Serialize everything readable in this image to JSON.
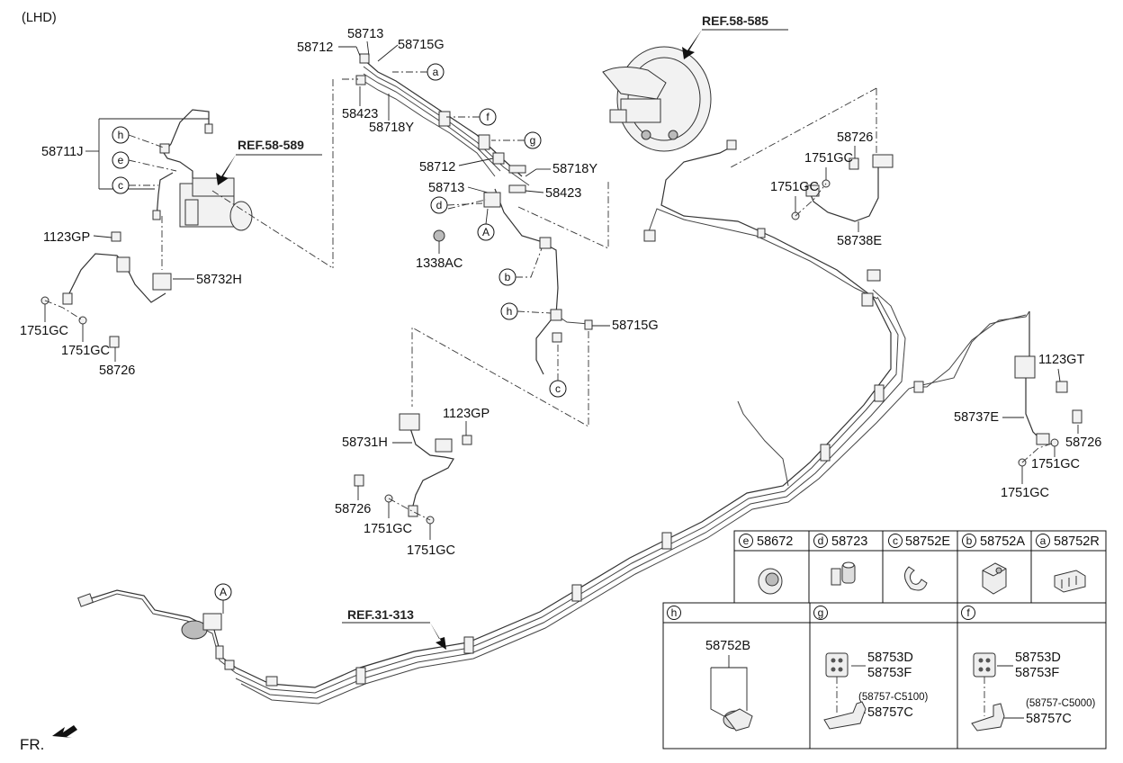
{
  "corner_label": "(LHD)",
  "front_label": "FR.",
  "refs": {
    "booster": "REF.58-585",
    "abs": "REF.58-589",
    "fuel": "REF.31-313"
  },
  "callouts": {
    "p58712_top": "58712",
    "p58713_top": "58713",
    "p58715G_top": "58715G",
    "p58423_top": "58423",
    "p58718Y_top": "58718Y",
    "p58712_mid": "58712",
    "p58713_mid": "58713",
    "p58718Y_right": "58718Y",
    "p58423_right": "58423",
    "p1338AC": "1338AC",
    "p58711J": "58711J",
    "p1123GP_left": "1123GP",
    "p58732H": "58732H",
    "p1751GC_l1": "1751GC",
    "p1751GC_l2": "1751GC",
    "p58726_left": "58726",
    "p58715G_mid": "58715G",
    "p1123GP_mid": "1123GP",
    "p58731H": "58731H",
    "p58726_mid": "58726",
    "p1751GC_m1": "1751GC",
    "p1751GC_m2": "1751GC",
    "p58726_tr": "58726",
    "p1751GC_tr1": "1751GC",
    "p1751GC_tr2": "1751GC",
    "p58738E": "58738E",
    "p1123GT": "1123GT",
    "p58737E": "58737E",
    "p58726_r": "58726",
    "p1751GC_r1": "1751GC",
    "p1751GC_r2": "1751GC"
  },
  "circle_letters": {
    "a": "a",
    "b": "b",
    "c": "c",
    "d": "d",
    "e": "e",
    "f": "f",
    "g": "g",
    "h": "h",
    "A": "A"
  },
  "legend": {
    "top_row": [
      {
        "letter": "e",
        "part": "58672"
      },
      {
        "letter": "d",
        "part": "58723"
      },
      {
        "letter": "c",
        "part": "58752E"
      },
      {
        "letter": "b",
        "part": "58752A"
      },
      {
        "letter": "a",
        "part": "58752R"
      }
    ],
    "h": {
      "letter": "h",
      "part": "58752B"
    },
    "g": {
      "letter": "g",
      "parts": [
        "58753D",
        "58753F"
      ],
      "note": "(58757-C5100)",
      "bracket": "58757C"
    },
    "f": {
      "letter": "f",
      "parts": [
        "58753D",
        "58753F"
      ],
      "note": "(58757-C5000)",
      "bracket": "58757C"
    }
  }
}
